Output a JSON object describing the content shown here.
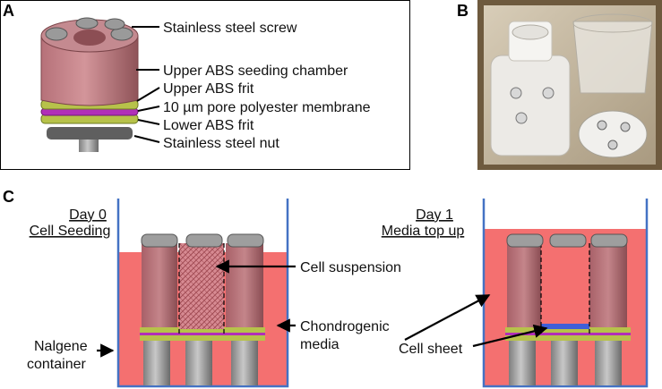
{
  "panels": {
    "a": {
      "label": "A"
    },
    "b": {
      "label": "B"
    },
    "c": {
      "label": "C"
    }
  },
  "part_labels": {
    "screw": "Stainless steel screw",
    "upper_chamber": "Upper ABS seeding chamber",
    "upper_frit": "Upper ABS frit",
    "membrane": "10 µm pore polyester membrane",
    "lower_frit": "Lower ABS frit",
    "nut": "Stainless steel nut"
  },
  "day0": {
    "day": "Day 0",
    "stage": "Cell Seeding"
  },
  "day1": {
    "day": "Day 1",
    "stage": "Media top up"
  },
  "callouts": {
    "cell_suspension": "Cell suspension",
    "chondrogenic_line1": "Chondrogenic",
    "chondrogenic_line2": "media",
    "nalgene_line1": "Nalgene",
    "nalgene_line2": "container",
    "cell_sheet": "Cell sheet"
  },
  "colors": {
    "media_red": "#f47070",
    "container_blue": "#4472c4",
    "abs_pink": "#c98a8f",
    "frit_green": "#b7c24a",
    "membrane_magenta": "#b12fb8",
    "steel_grey": "#9a9a9a"
  }
}
